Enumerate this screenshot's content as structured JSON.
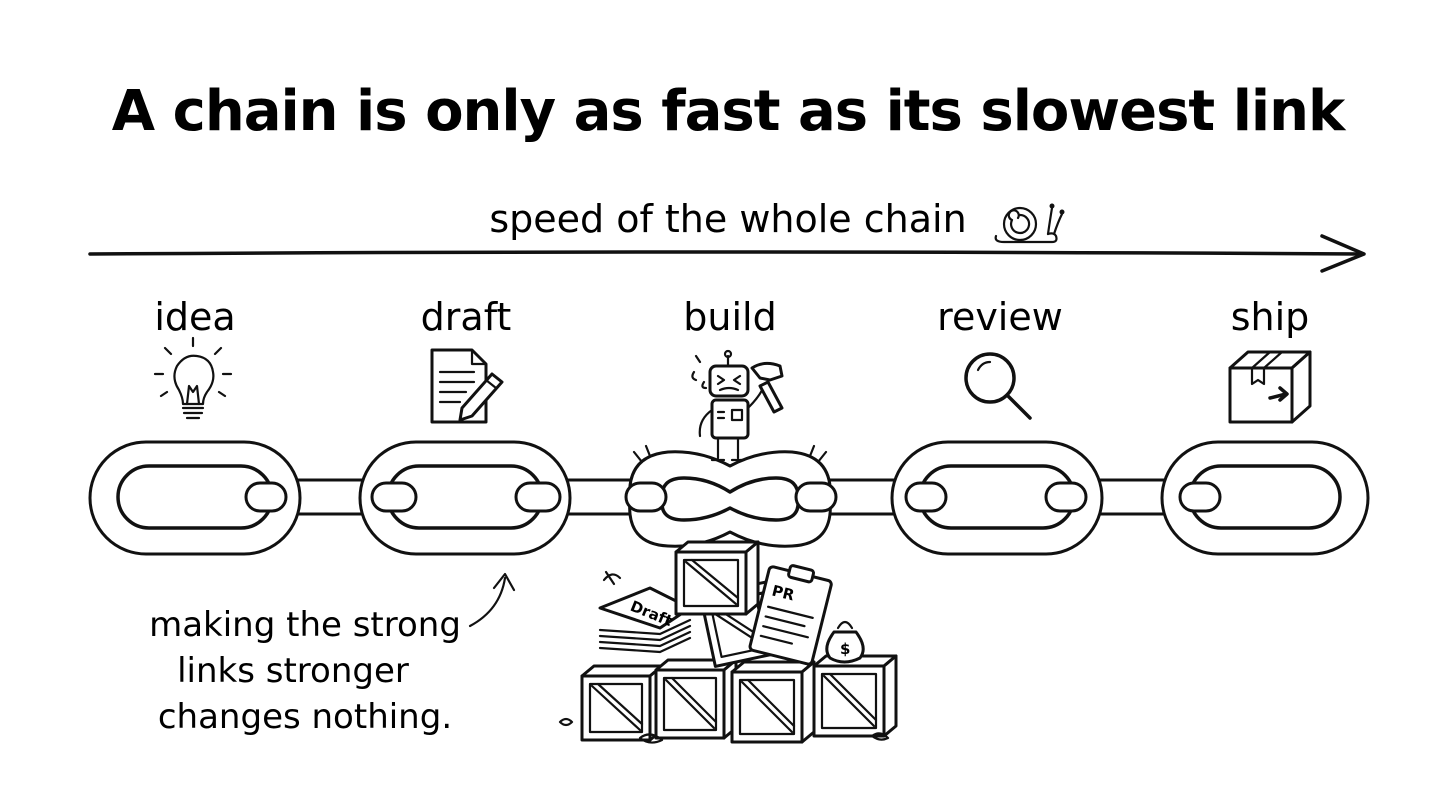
{
  "title": "A chain is only as fast as its slowest link",
  "speed_arrow": {
    "label": "speed of the whole chain",
    "icon": "snail-icon"
  },
  "stages": [
    {
      "label": "idea",
      "icon": "lightbulb-icon"
    },
    {
      "label": "draft",
      "icon": "document-pencil-icon"
    },
    {
      "label": "build",
      "icon": "robot-hammer-icon"
    },
    {
      "label": "review",
      "icon": "magnifier-icon"
    },
    {
      "label": "ship",
      "icon": "package-box-icon"
    }
  ],
  "bottleneck": {
    "stage": "build",
    "pile_labels": {
      "stack": "Draft",
      "clipboard": "PR",
      "money_bag": "$"
    }
  },
  "note": {
    "lines": [
      "making the strong",
      "links stronger",
      "changes nothing."
    ]
  }
}
